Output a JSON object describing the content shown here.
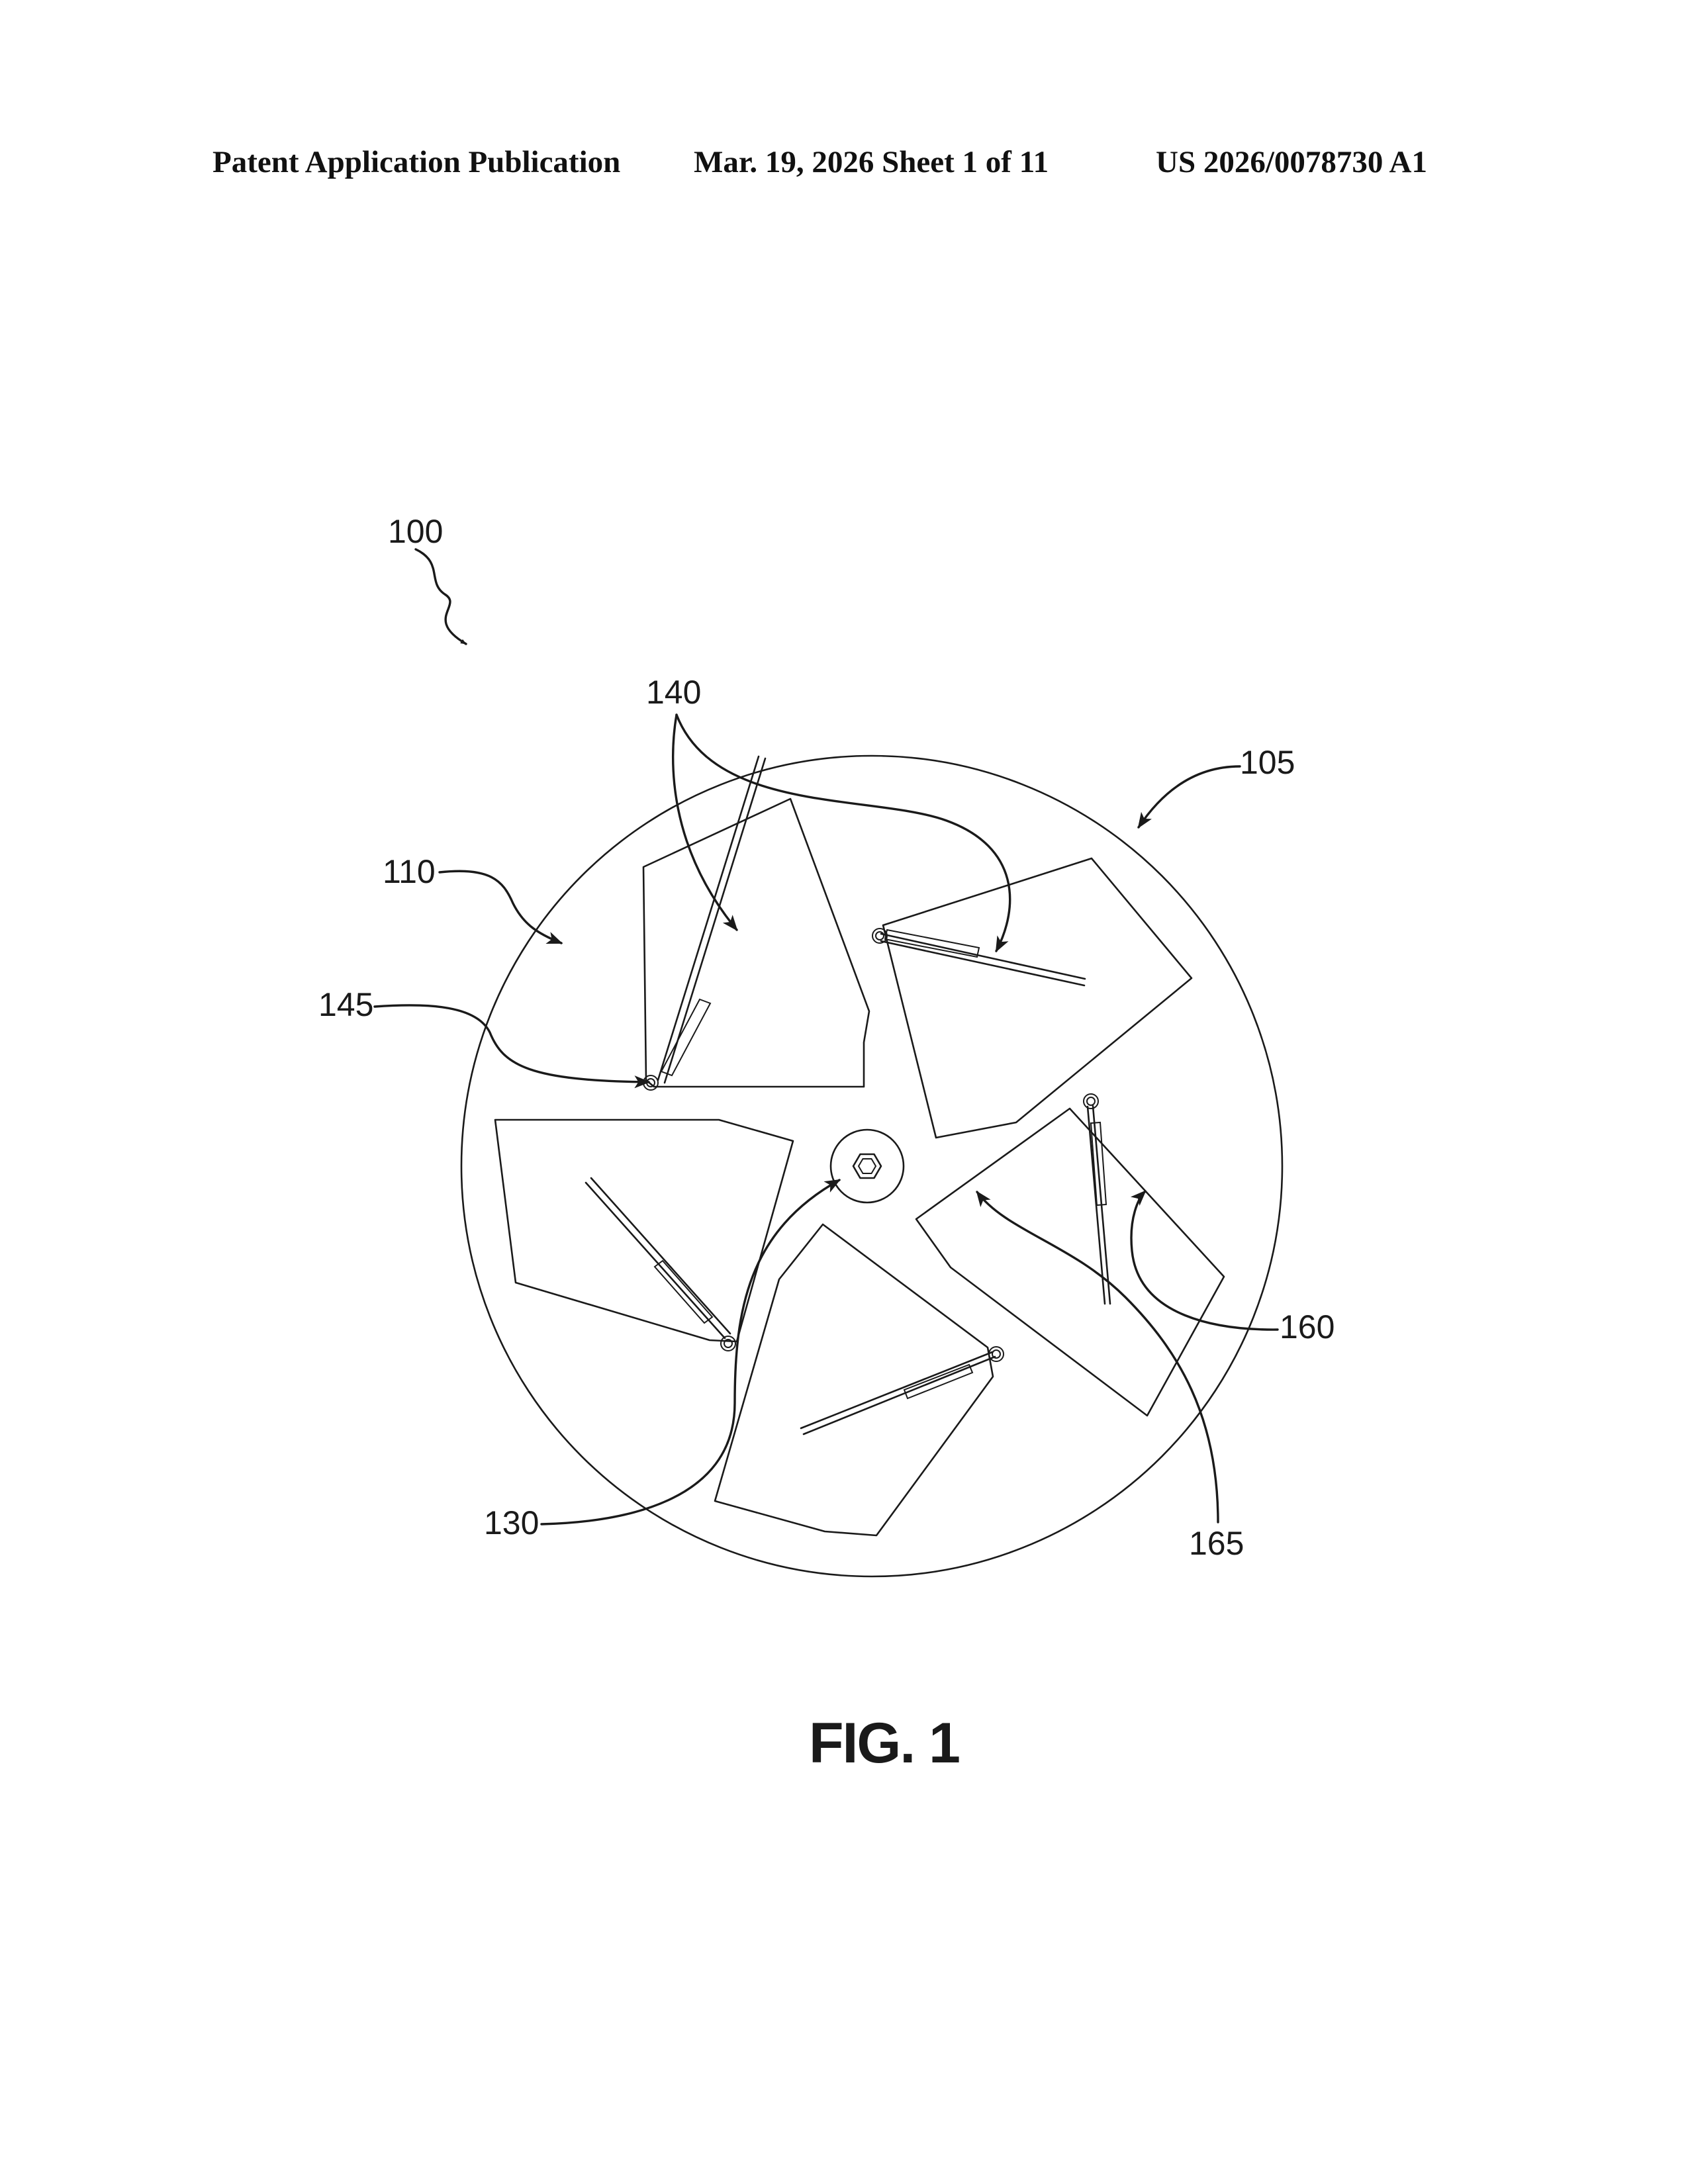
{
  "header": {
    "left": "Patent Application Publication",
    "middle": "Mar. 19, 2026  Sheet 1 of 11",
    "right": "US 2026/0078730 A1"
  },
  "figure": {
    "caption": "FIG. 1",
    "reference_numerals": {
      "r100": "100",
      "r105": "105",
      "r110": "110",
      "r130": "130",
      "r140": "140",
      "r145": "145",
      "r160": "160",
      "r165": "165"
    }
  }
}
